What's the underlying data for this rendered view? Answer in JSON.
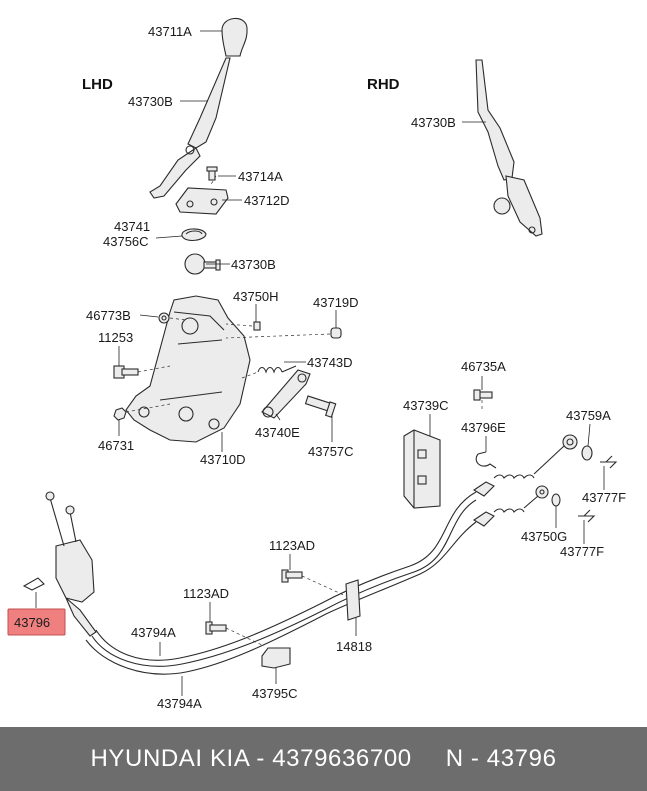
{
  "diagram": {
    "side_labels": {
      "lhd": "LHD",
      "rhd": "RHD"
    },
    "parts": {
      "p43711A": "43711A",
      "p43730B_lhd": "43730B",
      "p43714A": "43714A",
      "p43712D": "43712D",
      "p43741": "43741",
      "p43756C": "43756C",
      "p43730B_ball": "43730B",
      "p43730B_rhd": "43730B",
      "p46773B": "46773B",
      "p43750H": "43750H",
      "p43719D": "43719D",
      "p11253": "11253",
      "p43743D": "43743D",
      "p46735A": "46735A",
      "p43739C": "43739C",
      "p43740E": "43740E",
      "p46731": "46731",
      "p43710D": "43710D",
      "p43757C": "43757C",
      "p43796E": "43796E",
      "p43759A": "43759A",
      "p43777F_top": "43777F",
      "p43750G": "43750G",
      "p43777F_bottom": "43777F",
      "p1123AD_upper": "1123AD",
      "p1123AD_lower": "1123AD",
      "p43796": "43796",
      "p43794A_upper": "43794A",
      "p43794A_lower": "43794A",
      "p14818": "14818",
      "p43795C": "43795C"
    },
    "highlight_color": "#f08080"
  },
  "footer": {
    "brand": "HYUNDAI  KIA - 4379636700",
    "code": "N - 43796"
  }
}
